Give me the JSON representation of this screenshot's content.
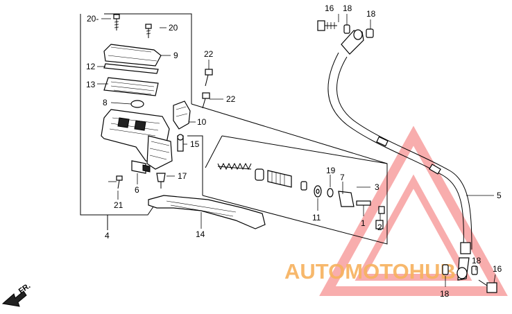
{
  "callouts": {
    "c1": "1",
    "c2": "2",
    "c3": "3",
    "c4": "4",
    "c5": "5",
    "c6": "6",
    "c7": "7",
    "c8": "8",
    "c9": "9",
    "c10": "10",
    "c11": "11",
    "c12": "12",
    "c13": "13",
    "c14": "14",
    "c15": "15",
    "c16a": "16",
    "c16b": "16",
    "c17": "17",
    "c18a": "18",
    "c18b": "18",
    "c18c": "18",
    "c18d": "18",
    "c19": "19",
    "c20a": "20-",
    "c20b": "20",
    "c21": "21",
    "c22a": "22",
    "c22b": "22"
  },
  "direction": {
    "label": "FR."
  },
  "watermark": {
    "text": "AUTOMOTOHUB",
    "color_orange": "#f4a340",
    "color_red": "#f05050"
  }
}
